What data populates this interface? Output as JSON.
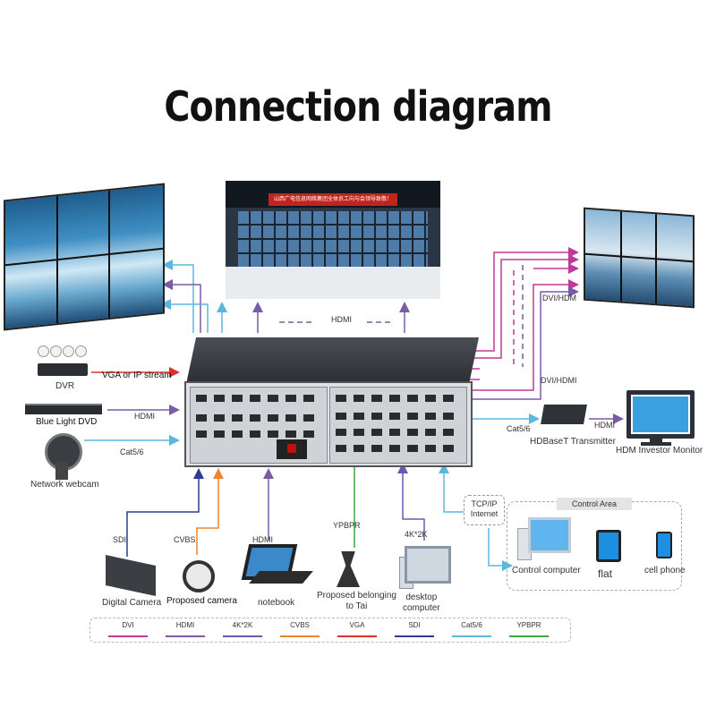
{
  "title": "Connection diagram",
  "labels": {
    "hdmi_top": "HDMI",
    "dvi_hdm": "DVI/HDM",
    "dvi_hdmi": "DVI/HDMI",
    "cat56_right": "Cat5/6",
    "hdmi_right": "HDMI",
    "hdbaset": "HDBaseT Transmitter",
    "monitor": "HDM Investor Monitor",
    "dvr": "DVR",
    "vga_ip": "VGA or IP stream",
    "bluray": "Blue Light DVD",
    "hdmi_left": "HDMI",
    "cat56_left": "Cat5/6",
    "webcam": "Network webcam",
    "sdi": "SDI",
    "cvbs": "CVBS",
    "hdmi_bottom": "HDMI",
    "ypbpr": "YPBPR",
    "k4": "4K*2K",
    "tcp": "TCP/IP\nInternet",
    "control_area": "Control Area",
    "digital_camera": "Digital Camera",
    "proposed_camera": "Proposed camera",
    "notebook": "notebook",
    "proposed_belonging": "Proposed belonging\nto Tai",
    "desktop": "desktop\ncomputer",
    "control_computer": "Control computer",
    "flat": "flat",
    "cell_phone": "cell phone",
    "cr_banner": "山西广电信息网络集团全体员工向与会领导致敬！"
  },
  "legend": [
    {
      "label": "DVI",
      "color": "#c0399a"
    },
    {
      "label": "HDMI",
      "color": "#7b5aa6"
    },
    {
      "label": "4K*2K",
      "color": "#6b58b0"
    },
    {
      "label": "CVBS",
      "color": "#f0842a"
    },
    {
      "label": "VGA",
      "color": "#d9322b"
    },
    {
      "label": "SDI",
      "color": "#2a3f8f"
    },
    {
      "label": "Cat5/6",
      "color": "#5ab7e0"
    },
    {
      "label": "YPBPR",
      "color": "#3aa843"
    }
  ]
}
